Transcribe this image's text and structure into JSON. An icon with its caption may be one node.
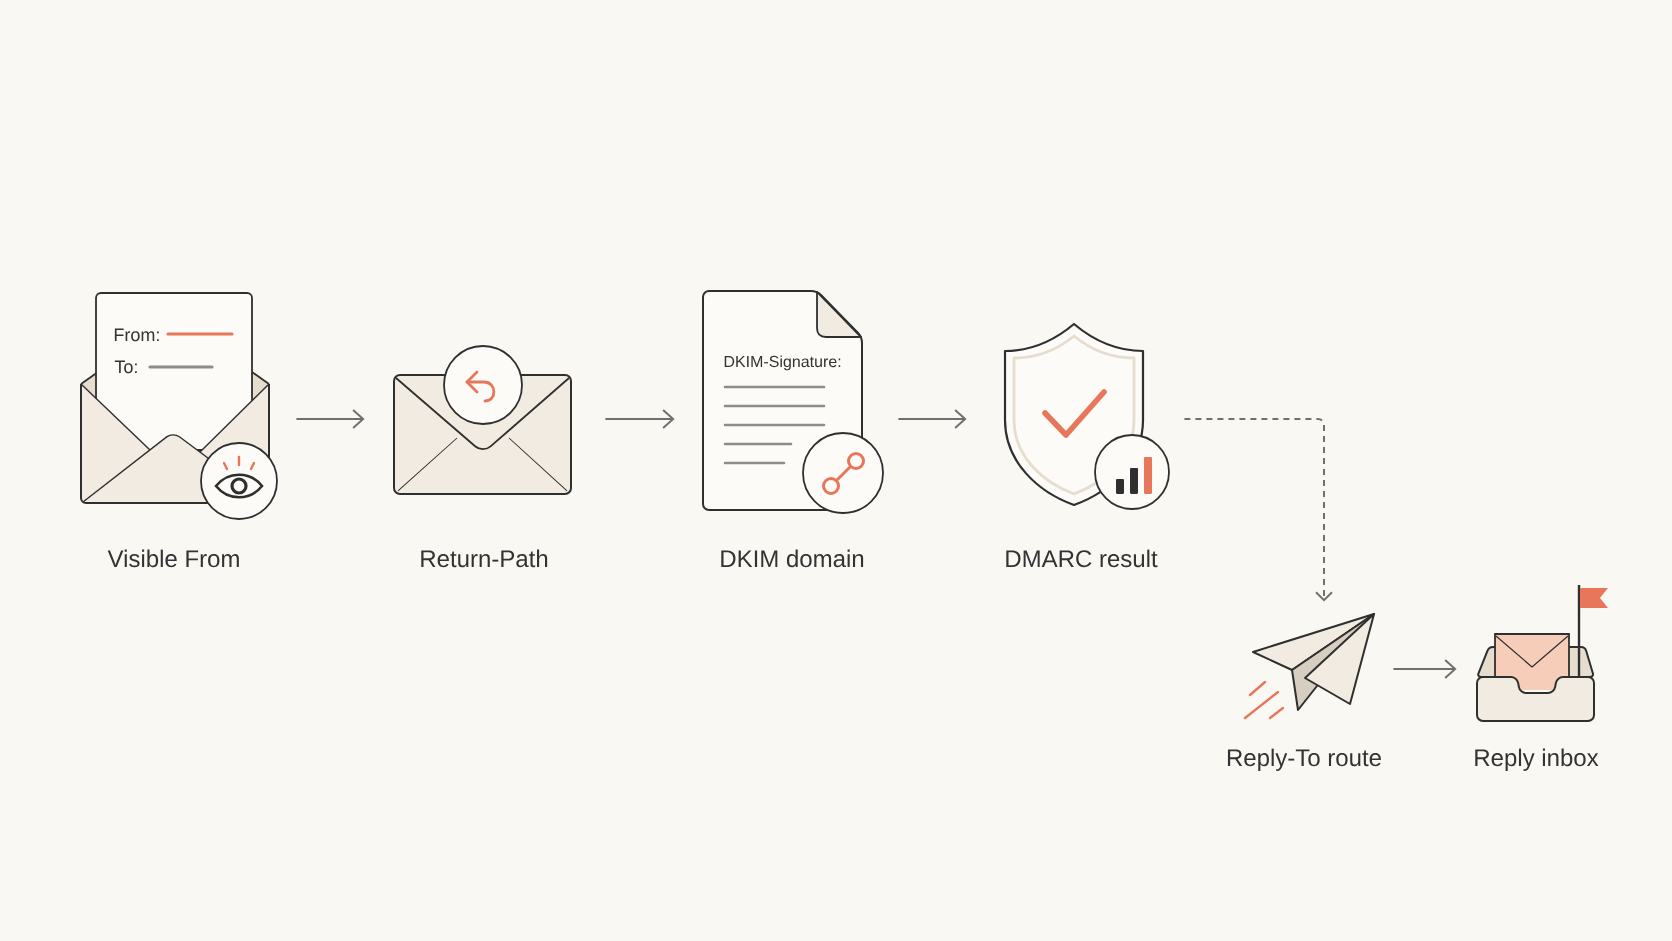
{
  "diagram": {
    "nodes": [
      {
        "text": [
          "From:",
          "To:",
          "Visible From"
        ]
      },
      {
        "text": [
          "Return-Path"
        ]
      },
      {
        "text": [
          "DKIM-Signature:",
          "DKIM domain"
        ]
      },
      {
        "text": [
          "DMARC result"
        ]
      },
      {
        "text": [
          "Reply-To route"
        ]
      },
      {
        "text": [
          "Reply inbox"
        ]
      }
    ],
    "edges": [
      {
        "from": 0,
        "to": 1,
        "arrow": "to"
      },
      {
        "from": 1,
        "to": 2,
        "arrow": "to"
      },
      {
        "from": 2,
        "to": 3,
        "arrow": "to"
      },
      {
        "from": 3,
        "to": 4,
        "arrow": "to",
        "style": "dashed"
      },
      {
        "from": 4,
        "to": 5,
        "arrow": "to"
      }
    ]
  }
}
